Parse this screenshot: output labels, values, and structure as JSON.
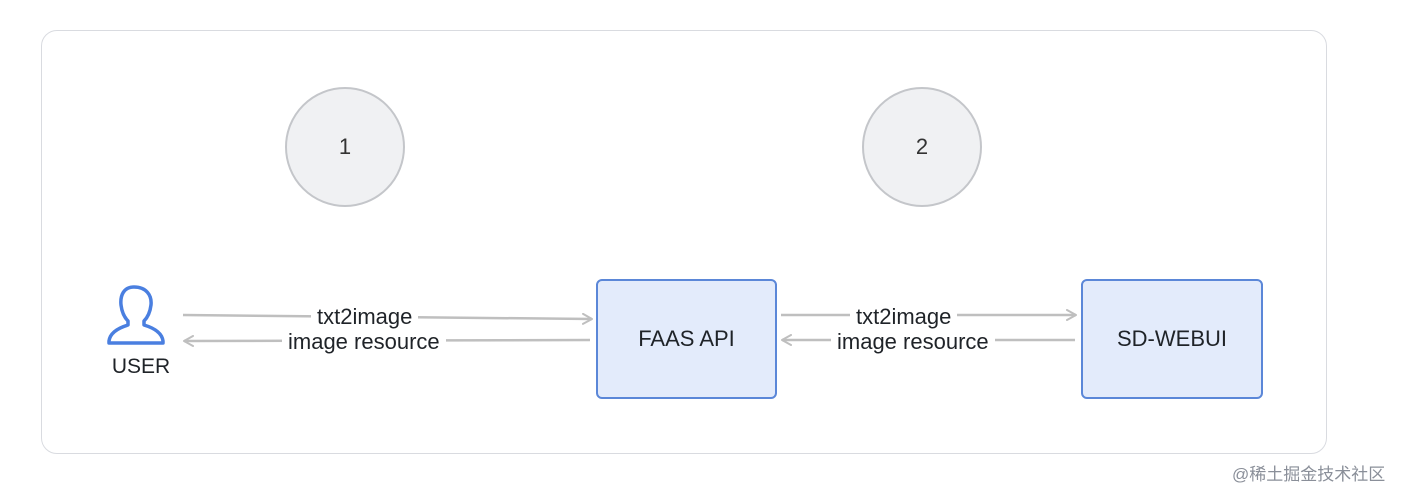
{
  "diagram": {
    "steps": [
      {
        "label": "1"
      },
      {
        "label": "2"
      }
    ],
    "nodes": {
      "user": {
        "label": "USER",
        "icon": "user-icon"
      },
      "faas": {
        "label": "FAAS API"
      },
      "sd": {
        "label": "SD-WEBUI"
      }
    },
    "edges": {
      "user_faas": {
        "request": "txt2image",
        "response": "image resource"
      },
      "faas_sd": {
        "request": "txt2image",
        "response": "image resource"
      }
    },
    "colors": {
      "node_border": "#5b87d8",
      "node_fill": "#e3ebfb",
      "step_fill": "#f0f1f3",
      "step_border": "#c4c6ca",
      "arrow": "#bfbfbf",
      "user_icon": "#4a7fe0"
    }
  },
  "watermark": {
    "text": "@稀土掘金技术社区"
  }
}
